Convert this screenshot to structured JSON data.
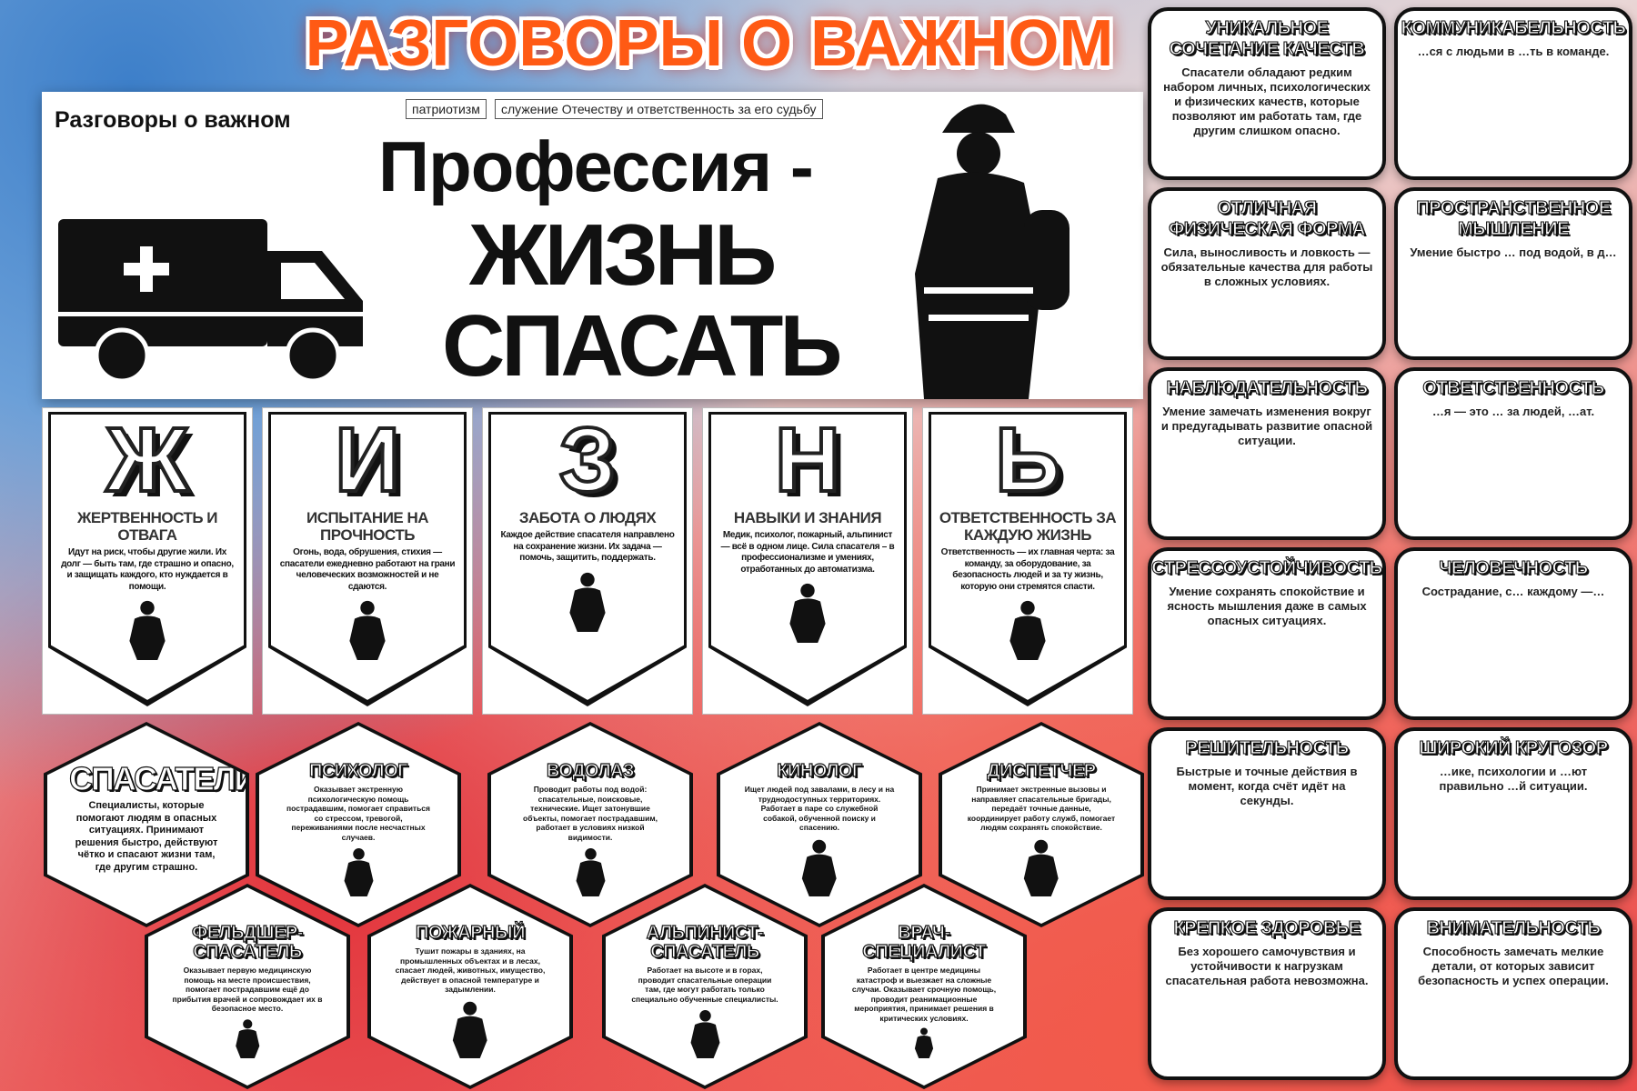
{
  "main_title": "РАЗГОВОРЫ О ВАЖНОМ",
  "banner": {
    "logo": "Разговоры о важном",
    "tags": [
      "патриотизм",
      "служение Отечеству и ответственность за его судьбу"
    ],
    "heading_1": "Профессия -",
    "heading_2": "ЖИЗНЬ",
    "heading_3": "СПАСАТЬ"
  },
  "letter_cards": [
    {
      "letter": "Ж",
      "title": "ЖЕРТВЕННОСТЬ И ОТВАГА",
      "text": "Идут на риск, чтобы другие жили. Их долг — быть там, где страшно и опасно, и защищать каждого, кто нуждается в помощи.",
      "icon": "diver-icon"
    },
    {
      "letter": "И",
      "title": "ИСПЫТАНИЕ НА ПРОЧНОСТЬ",
      "text": "Огонь, вода, обрушения, стихия — спасатели ежедневно работают на грани человеческих возможностей и не сдаются.",
      "icon": "firefighter-icon"
    },
    {
      "letter": "З",
      "title": "ЗАБОТА О ЛЮДЯХ",
      "text": "Каждое действие спасателя направлено на сохранение жизни. Их задача — помочь, защитить, поддержать.",
      "icon": "globe-rescue-icon"
    },
    {
      "letter": "Н",
      "title": "НАВЫКИ И ЗНАНИЯ",
      "text": "Медик, психолог, пожарный, альпинист — всё в одном лице. Сила спасателя – в профессионализме и умениях, отработанных до автоматизма.",
      "icon": "kneeling-rescuer-icon"
    },
    {
      "letter": "Ь",
      "title": "ОТВЕТСТВЕННОСТЬ ЗА КАЖДУЮ ЖИЗНЬ",
      "text": "Ответственность — их главная черта: за команду, за оборудование, за безопасность людей и за ту жизнь, которую они стремятся спасти.",
      "icon": "team-pyramid-icon"
    }
  ],
  "hexes": [
    {
      "title": "СПАСАТЕЛИ",
      "text": "Специалисты, которые помогают людям в опасных ситуациях. Принимают решения быстро, действуют чётко и спасают жизни там, где другим страшно.",
      "big": true
    },
    {
      "title": "ПСИХОЛОГ",
      "text": "Оказывает экстренную психологическую помощь пострадавшим, помогает справиться со стрессом, тревогой, переживаниями после несчастных случаев.",
      "icon": "psychologist-icon"
    },
    {
      "title": "ВОДОЛАЗ",
      "text": "Проводит работы под водой: спасательные, поисковые, технические. Ищет затонувшие объекты, помогает пострадавшим, работает в условиях низкой видимости.",
      "icon": "diver-icon"
    },
    {
      "title": "КИНОЛОГ",
      "text": "Ищет людей под завалами, в лесу и на труднодоступных территориях. Работает в паре со служебной собакой, обученной поиску и спасению.",
      "icon": "dog-handler-icon"
    },
    {
      "title": "ДИСПЕТЧЕР",
      "text": "Принимает экстренные вызовы и направляет спасательные бригады, передаёт точные данные, координирует работу служб, помогает людям сохранять спокойствие.",
      "icon": "dispatcher-icon"
    },
    {
      "title": "ФЕЛЬДШЕР-СПАСАТЕЛЬ",
      "text": "Оказывает первую медицинскую помощь на месте происшествия, помогает пострадавшим ещё до прибытия врачей и сопровождает их в безопасное место.",
      "icon": "ambulance-icon"
    },
    {
      "title": "ПОЖАРНЫЙ",
      "text": "Тушит пожары в зданиях, на промышленных объектах и в лесах, спасает людей, животных, имущество, действует в опасной температуре и задымлении.",
      "icon": "fire-icon"
    },
    {
      "title": "АЛЬПИНИСТ-СПАСАТЕЛЬ",
      "text": "Работает на высоте и в горах, проводит спасательные операции там, где могут работать только специально обученные специалисты.",
      "icon": "climber-icon"
    },
    {
      "title": "ВРАЧ-СПЕЦИАЛИСТ",
      "text": "Работает в центре медицины катастроф и выезжает на сложные случаи. Оказывает срочную помощь, проводит реанимационные мероприятия, принимает решения в критических условиях.",
      "icon": "doctor-icon"
    }
  ],
  "quality_cards": [
    {
      "title": "УНИКАЛЬНОЕ СОЧЕТАНИЕ КАЧЕСТВ",
      "text": "Спасатели обладают редким набором личных, психологических и физических качеств, которые позволяют им работать там, где другим слишком опасно.",
      "side": true
    },
    {
      "title": "КОММУНИКАБЕЛЬНОСТЬ",
      "text": "…ся с людьми в …ть в команде."
    },
    {
      "title": "ОТЛИЧНАЯ ФИЗИЧЕСКАЯ ФОРМА",
      "text": "Сила, выносливость и ловкость — обязательные качества для работы в сложных условиях."
    },
    {
      "title": "ПРОСТРАНСТВЕННОЕ МЫШЛЕНИЕ",
      "text": "Умение быстро … под водой, в д…"
    },
    {
      "title": "НАБЛЮДАТЕЛЬНОСТЬ",
      "text": "Умение замечать изменения вокруг и предугадывать развитие опасной ситуации."
    },
    {
      "title": "ОТВЕТСТВЕННОСТЬ",
      "text": "…я — это … за людей, …ат."
    },
    {
      "title": "СТРЕССОУСТОЙЧИВОСТЬ",
      "text": "Умение сохранять спокойствие и ясность мышления даже в самых опасных ситуациях."
    },
    {
      "title": "ЧЕЛОВЕЧНОСТЬ",
      "text": "Сострадание, с… каждому —…"
    },
    {
      "title": "РЕШИТЕЛЬНОСТЬ",
      "text": "Быстрые и точные действия в момент, когда счёт идёт на секунды."
    },
    {
      "title": "ШИРОКИЙ КРУГОЗОР",
      "text": "…ике, психологии и …ют правильно …й ситуации."
    },
    {
      "title": "КРЕПКОЕ ЗДОРОВЬЕ",
      "text": "Без хорошего самочувствия и устойчивости к нагрузкам спасательная работа невозможна."
    },
    {
      "title": "ВНИМАТЕЛЬНОСТЬ",
      "text": "Способность замечать мелкие детали, от которых зависит безопасность и успех операции."
    }
  ],
  "colors": {
    "title": "#ff5a14",
    "ink": "#111111"
  }
}
